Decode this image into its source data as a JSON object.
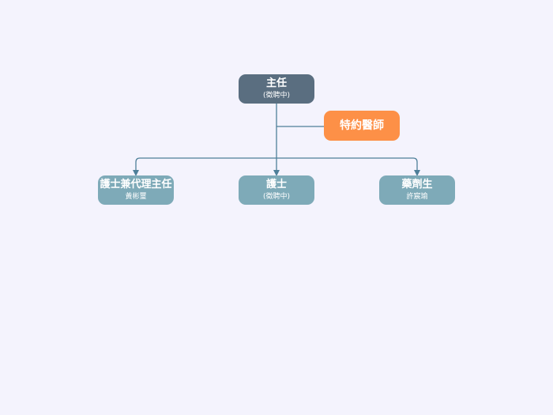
{
  "colors": {
    "background": "#f4f3fd",
    "head": "#5a6e80",
    "staff": "#7eaab8",
    "advisor": "#fd9047",
    "connector": "#4e7f99"
  },
  "nodes": {
    "director": {
      "title": "主任",
      "subtitle": "(徵聘中)"
    },
    "advisor": {
      "title": "特約醫師"
    },
    "nurse_acting": {
      "title": "護士兼代理主任",
      "subtitle": "黃彬璽"
    },
    "nurse": {
      "title": "護士",
      "subtitle": "(徵聘中)"
    },
    "pharmacist": {
      "title": "藥劑生",
      "subtitle": "許宸瑜"
    }
  }
}
